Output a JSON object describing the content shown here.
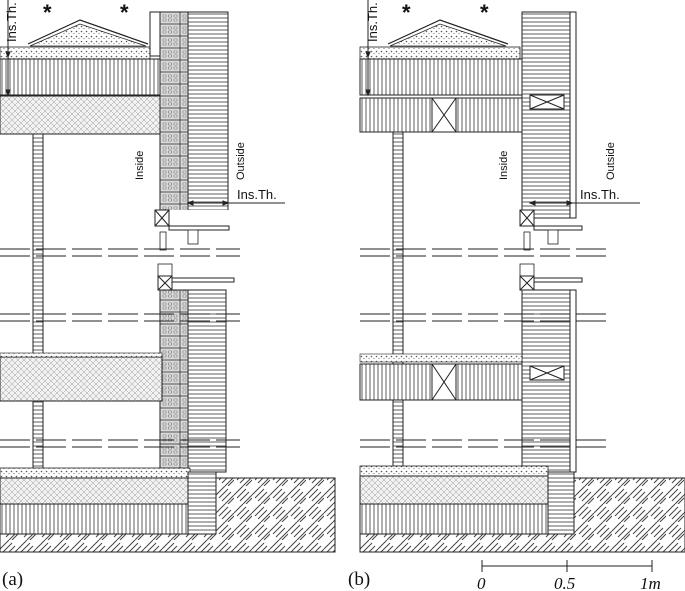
{
  "panels": [
    {
      "label": "(a)",
      "inside_label": "Inside",
      "outside_label": "Outside",
      "insulation_label": "Ins.Th.",
      "roof_insulation_label": "Ins.Th.",
      "roof_marker_symbols": [
        "*",
        "*"
      ]
    },
    {
      "label": "(b)",
      "inside_label": "Inside",
      "outside_label": "Outside",
      "insulation_label": "Ins.Th.",
      "roof_insulation_label": "Ins.Th.",
      "roof_marker_symbols": [
        "*",
        "*"
      ]
    }
  ],
  "scale_bar": {
    "ticks": [
      "0",
      "0.5",
      "1m"
    ]
  },
  "colors": {
    "line": "#222222",
    "hatch": "#333333",
    "ground": "#444444"
  }
}
